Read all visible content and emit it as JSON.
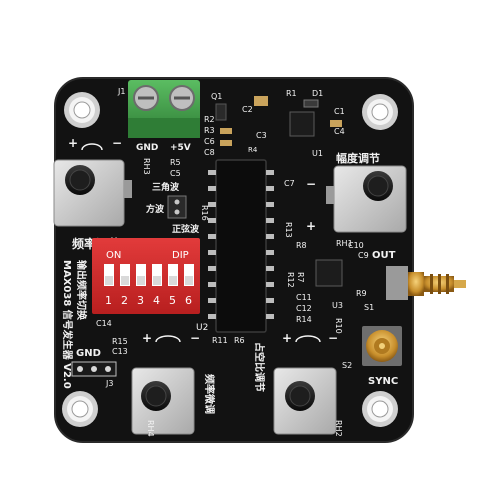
{
  "board": {
    "model_text": "MAX038 信号发生器 V2.0",
    "output_switch_text": "输出频率切换",
    "colors": {
      "pcb": "#121212",
      "silkscreen": "#f2f2f2",
      "dip_switch": "#d42a2a",
      "terminal": "#3f9b47",
      "gold": "#d8a23a"
    }
  },
  "labels": {
    "j1": "J1",
    "gnd_top": "GND",
    "plus5v": "+5V",
    "q1": "Q1",
    "r1": "R1",
    "d1": "D1",
    "c1": "C1",
    "c2": "C2",
    "c3": "C3",
    "c4": "C4",
    "r2": "R2",
    "r3": "R3",
    "c6": "C6",
    "c8": "C8",
    "u1": "U1",
    "r4": "R4",
    "rh3": "RH3",
    "r5": "R5",
    "c5": "C5",
    "r16": "R16",
    "r13": "R13",
    "triangle": "三角波",
    "square": "方波",
    "sine": "正弦波",
    "c7": "C7",
    "amp_adjust": "幅度调节",
    "rh1": "RH1",
    "freq_adjust": "频率调节",
    "dip_on": "ON",
    "dip_label": "DIP",
    "dip_nums": [
      "1",
      "2",
      "3",
      "4",
      "5",
      "6"
    ],
    "r8": "R8",
    "c10": "C10",
    "c9": "C9",
    "out": "OUT",
    "r12": "R12",
    "r7": "R7",
    "r9": "R9",
    "c11": "C11",
    "c12": "C12",
    "r14": "R14",
    "r10": "R10",
    "u3": "U3",
    "s1": "S1",
    "c14": "C14",
    "u2": "U2",
    "r15": "R15",
    "c13": "C13",
    "r11": "R11",
    "r6": "R6",
    "gnd_bottom": "GND",
    "j3": "J3",
    "s2": "S2",
    "sync": "SYNC",
    "rh4": "RH4",
    "rh2": "RH2",
    "fine_freq": "频率微调",
    "duty_adjust": "占空比调节"
  },
  "dip_switch": {
    "on_positions": []
  },
  "icons": [
    "rotate-arrow-icon",
    "plus-icon",
    "minus-icon"
  ]
}
